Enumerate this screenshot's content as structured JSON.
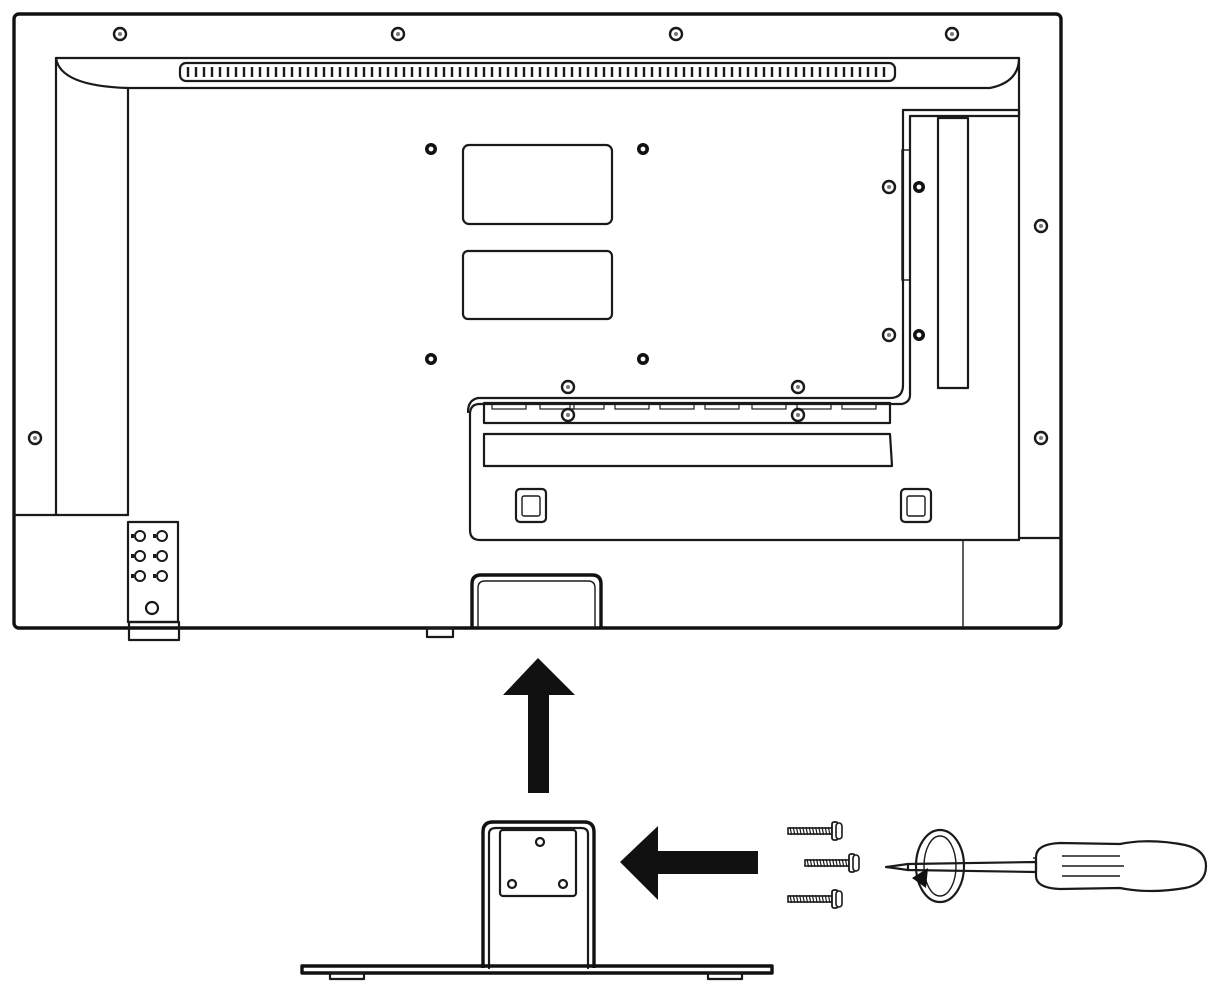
{
  "diagram": {
    "subject": "tv-stand-installation",
    "colors": {
      "line": "#1a1a1a",
      "fill": "#111111",
      "background": "#ffffff"
    },
    "icons": [
      "tv-back-panel",
      "stand-base",
      "screw",
      "screwdriver",
      "rotation-arrow",
      "up-arrow",
      "left-arrow"
    ]
  }
}
